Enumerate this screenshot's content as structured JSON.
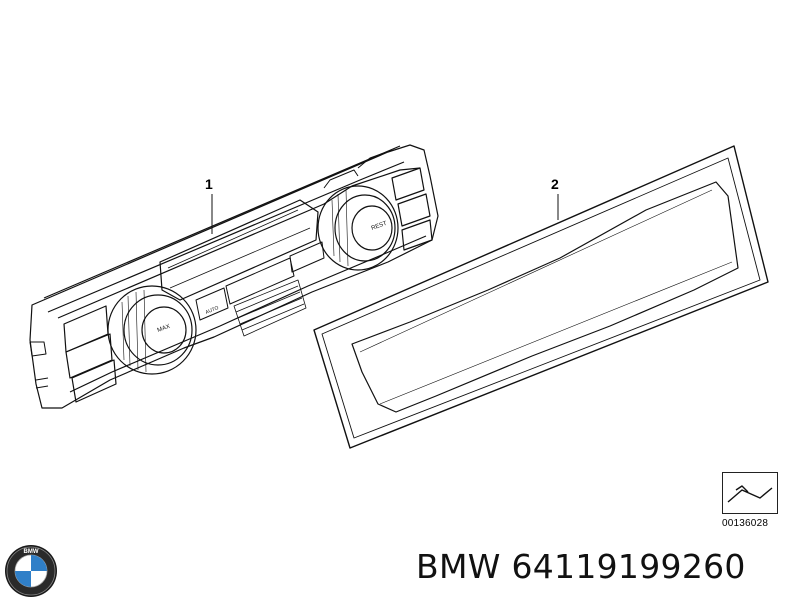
{
  "callouts": {
    "part_1": "1",
    "part_2": "2"
  },
  "reference_number": "00136028",
  "brand": {
    "name": "BMW",
    "part_number": "64119199260",
    "logo_text": "BMW"
  },
  "control_panel": {
    "left_knob_label": "MAX",
    "right_knob_label": "REST",
    "auto_label": "AUTO"
  }
}
